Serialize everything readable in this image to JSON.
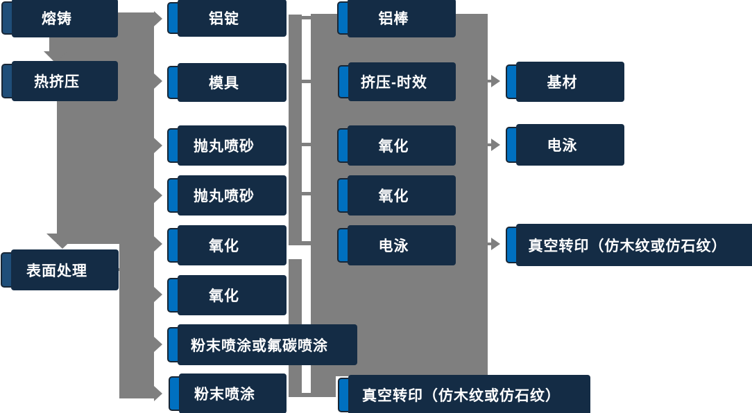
{
  "colors": {
    "background": "#ffffff",
    "connector_gray": "#7f7f7f",
    "primary_box_fill": "#0070c0",
    "dark_box_fill": "#1f4e79",
    "box_border": "#182635",
    "box_shadow": "#142c45",
    "box_text": "#ffffff"
  },
  "nodes": {
    "melting_casting": {
      "label": "熔铸"
    },
    "hot_extrusion": {
      "label": "热挤压"
    },
    "surface_treatment": {
      "label": "表面处理"
    },
    "aluminum_ingot": {
      "label": "铝锭"
    },
    "mold": {
      "label": "模具"
    },
    "shot_blasting_1": {
      "label": "抛丸喷砂"
    },
    "shot_blasting_2": {
      "label": "抛丸喷砂"
    },
    "oxidation_c2_1": {
      "label": "氧化"
    },
    "oxidation_c2_2": {
      "label": "氧化"
    },
    "powder_or_fluorocarbon_coating": {
      "label": "粉末喷涂或氟碳喷涂"
    },
    "powder_coating": {
      "label": "粉末喷涂"
    },
    "aluminum_rod": {
      "label": "铝棒"
    },
    "extrusion_aging": {
      "label": "挤压-时效"
    },
    "oxidation_c3_1": {
      "label": "氧化"
    },
    "oxidation_c3_2": {
      "label": "氧化"
    },
    "electrophoresis_c3": {
      "label": "电泳"
    },
    "vacuum_transfer_c3": {
      "label": "真空转印（仿木纹或仿石纹）"
    },
    "base_material": {
      "label": "基材"
    },
    "electrophoresis_c4": {
      "label": "电泳"
    },
    "vacuum_transfer_c4": {
      "label": "真空转印（仿木纹或仿石纹）"
    }
  }
}
